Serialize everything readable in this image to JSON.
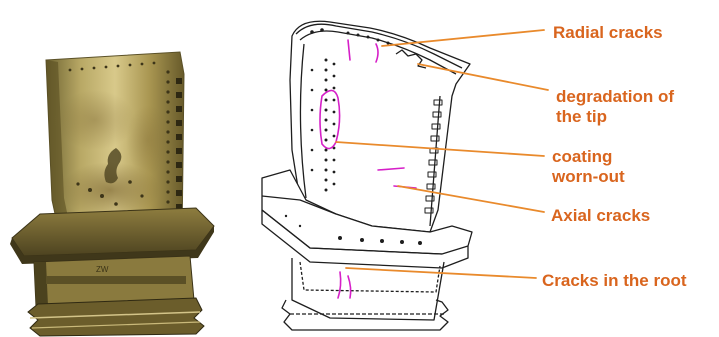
{
  "colors": {
    "label": "#d9651e",
    "leader": "#e98a2c",
    "annotation": "#d61fc8",
    "ink": "#1e1e1e"
  },
  "labels": {
    "radial_cracks": "Radial cracks",
    "tip_line1": "degradation of",
    "tip_line2": "the tip",
    "coating_line1": "coating",
    "coating_line2": "worn-out",
    "axial_cracks": "Axial cracks",
    "root_cracks": "Cracks in the root"
  },
  "images": {
    "photo": "turbine-blade-photo",
    "sketch": "turbine-blade-line-drawing"
  }
}
